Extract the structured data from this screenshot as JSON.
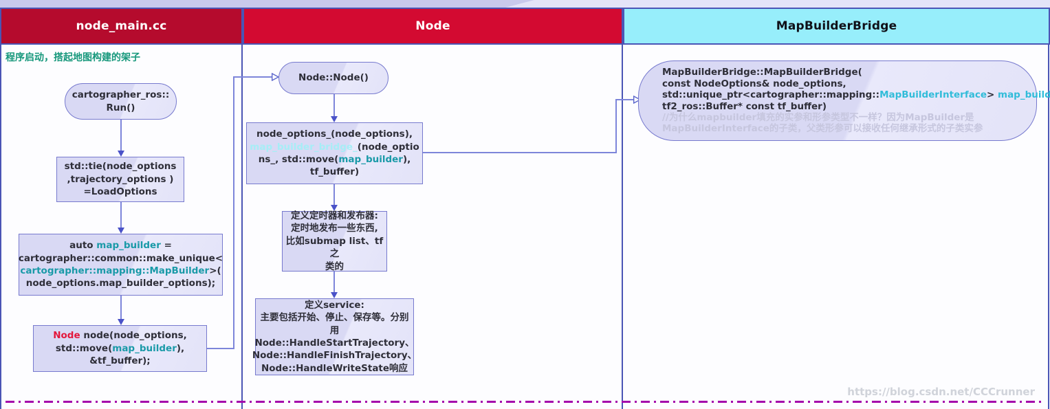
{
  "headers": {
    "col1": "node_main.cc",
    "col2": "Node",
    "col3": "MapBuilderBridge"
  },
  "colors": {
    "header_red_dark": "#b50b2d",
    "header_red_bright": "#d30a31",
    "header_cyan": "#97eefb",
    "box_fill": "#d9d9f4",
    "box_border": "#7679ce",
    "frame_border": "#4a55b5",
    "arrow": "#4a52c8",
    "teal_code": "#1a9aa8",
    "cyan_code": "#31bcd9",
    "light_cyan_code": "#a6edf6",
    "red_word": "#e3173c",
    "green_note": "#17987c",
    "comment_gray": "#c6c6de",
    "dash_line_magenta": "#a405ab"
  },
  "col1": {
    "note": "程序启动，搭起地图构建的架子",
    "run_ellipse": {
      "l1": "cartographer_ros::",
      "l2": "Run()"
    },
    "tie_box": {
      "l1": "std::tie(node_options",
      "l2": ",trajectory_options )",
      "l3": "=LoadOptions"
    },
    "map_builder_box": {
      "l1_pre": "auto ",
      "l1_var": "map_builder",
      "l1_post": " =",
      "l2": "cartographer::common::make_unique<",
      "l3_type": "cartographer::mapping::MapBuilder",
      "l3_post": ">(",
      "l4": "node_options.map_builder_options);"
    },
    "node_box": {
      "l1_type": "Node",
      "l1_post": " node(node_options,",
      "l2_pre": "std::move(",
      "l2_var": "map_builder",
      "l2_post": "),",
      "l3": "&tf_buffer);"
    }
  },
  "col2": {
    "node_ellipse": "Node::Node()",
    "init_box": {
      "l1": "node_options_(node_options),",
      "l2_var": "map_builder_bridge_",
      "l2_post": "(node_optio",
      "l3_pre": "ns_, std::move(",
      "l3_var": "map_builder",
      "l3_post": "),",
      "l4": "tf_buffer)"
    },
    "timer_box": {
      "l1": "定义定时器和发布器:",
      "l2": "定时地发布一些东西,",
      "l3": "比如submap list、tf之",
      "l4": "类的"
    },
    "service_box": {
      "l1": "定义service:",
      "l2": "主要包括开始、停止、保存等。分别",
      "l3": "用Node::HandleStartTrajectory、",
      "l4": "Node::HandleFinishTrajectory、",
      "l5": "Node::HandleWriteState响应"
    }
  },
  "col3": {
    "bridge_box": {
      "l1": "MapBuilderBridge::MapBuilderBridge(",
      "l2": "const NodeOptions& node_options,",
      "l3_pre": "std::unique_ptr<cartographer::mapping::",
      "l3_type": "MapBuilderInterface",
      "l3_mid": "> ",
      "l3_var": "map_builder",
      "l3_post": ",",
      "l4": "tf2_ros::Buffer* const tf_buffer)",
      "c1": "//为什么mapbuilder填充的实参和形参类型不一样？因为MapBuilder是",
      "c2": "MapBuilderInterface的子类，父类形参可以接收任何继承形式的子类实参"
    }
  },
  "watermark": "https://blog.csdn.net/CCCrunner"
}
